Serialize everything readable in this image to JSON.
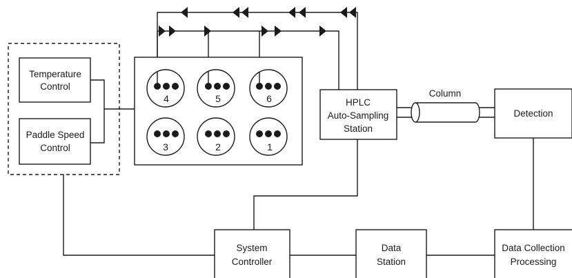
{
  "modules": {
    "temperature_control": [
      "Temperature",
      "Control"
    ],
    "paddle_speed_control": [
      "Paddle Speed",
      "Control"
    ],
    "hplc_station": [
      "HPLC",
      "Auto-Sampling",
      "Station"
    ],
    "column": "Column",
    "detection": "Detection",
    "system_controller": [
      "System",
      "Controller"
    ],
    "data_station": [
      "Data",
      "Station"
    ],
    "data_collection": [
      "Data Collection",
      "Processing"
    ]
  },
  "vessels": {
    "top_row": [
      "4",
      "5",
      "6"
    ],
    "bottom_row": [
      "3",
      "2",
      "1"
    ]
  },
  "colors": {
    "ink": "#1a1a1a",
    "background": "#ffffff"
  }
}
